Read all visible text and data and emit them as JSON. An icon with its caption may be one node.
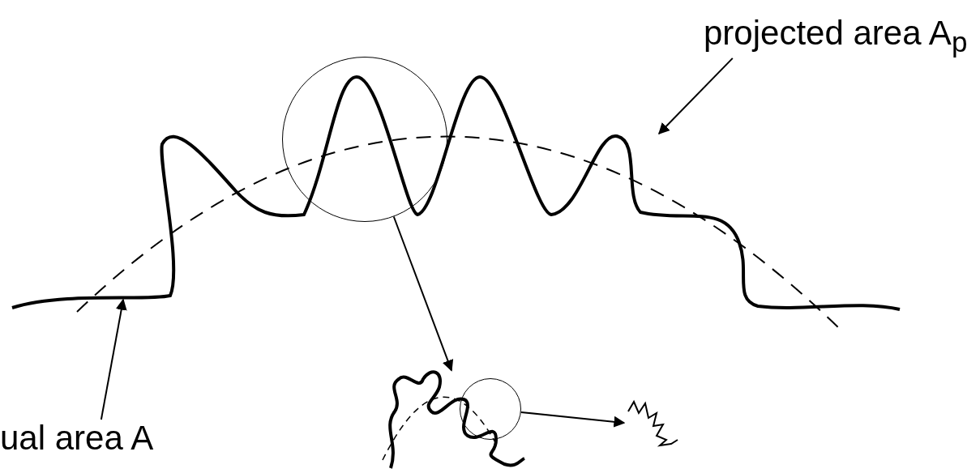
{
  "diagram": {
    "nodes": [
      {
        "text": [
          "projected area A$_{p}$"
        ]
      },
      {
        "text": [
          "ual area A"
        ]
      },
      {
        "text": [],
        "shape": "circle"
      },
      {
        "text": [],
        "shape": "picture"
      },
      {
        "text": [],
        "shape": "circle",
        "in": 3
      },
      {
        "text": [],
        "shape": "picture"
      }
    ],
    "edges": [
      {
        "from": 0,
        "to": null,
        "arrow": "to"
      },
      {
        "from": 1,
        "to": null,
        "arrow": "to"
      },
      {
        "from": 2,
        "to": 3,
        "arrow": "to"
      },
      {
        "from": 4,
        "to": 5,
        "arrow": "to"
      }
    ]
  }
}
